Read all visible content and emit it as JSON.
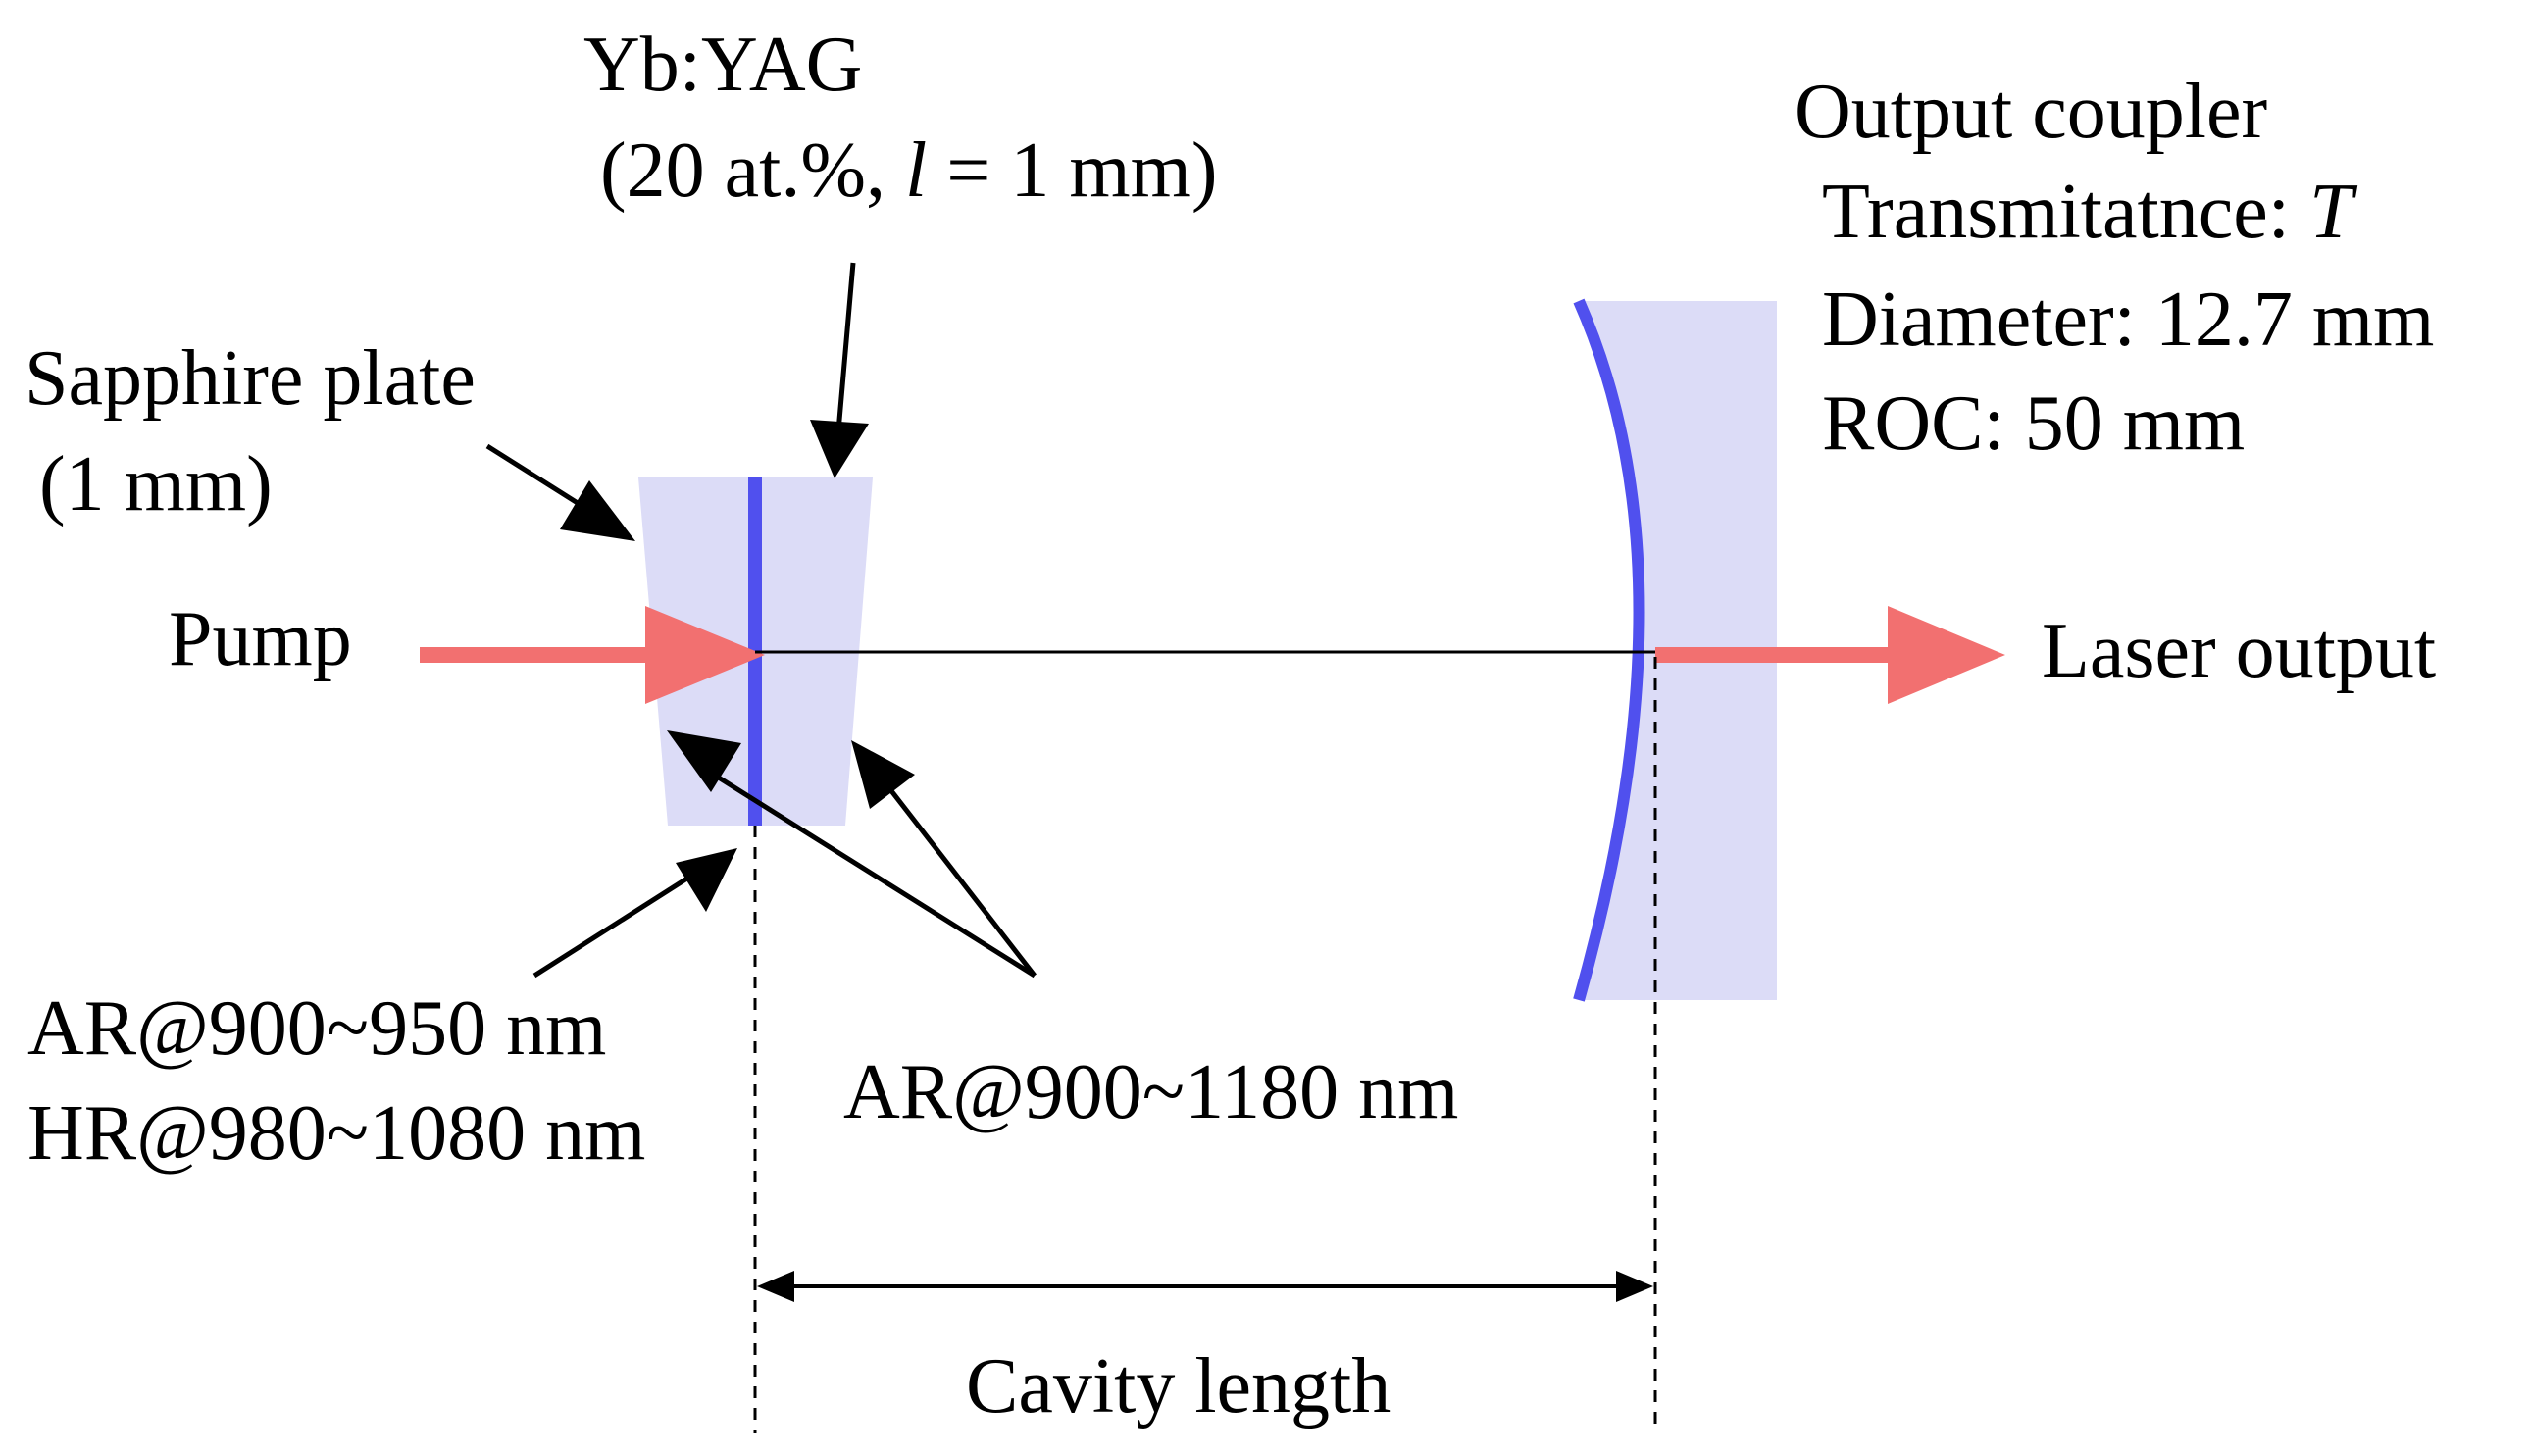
{
  "labels": {
    "crystal_name": "Yb:YAG",
    "crystal_spec_prefix": "(20 at.%, ",
    "crystal_spec_l": "l",
    "crystal_spec_suffix": " = 1 mm)",
    "output_coupler_title": "Output coupler",
    "transmittance_prefix": "Transmitatnce: ",
    "transmittance_symbol": "T",
    "diameter": "Diameter: 12.7 mm",
    "roc": "ROC: 50 mm",
    "sapphire_line1": "Sapphire plate",
    "sapphire_line2": "(1 mm)",
    "pump": "Pump",
    "laser_output": "Laser output",
    "coating_ar_pump": "AR@900~950 nm",
    "coating_hr": "HR@980~1080 nm",
    "coating_ar_broad": "AR@900~1180 nm",
    "cavity_length": "Cavity length"
  },
  "colors": {
    "beam": "#f27070",
    "optic_fill": "#dcdcf7",
    "coating": "#5050ee",
    "line": "#000000"
  }
}
